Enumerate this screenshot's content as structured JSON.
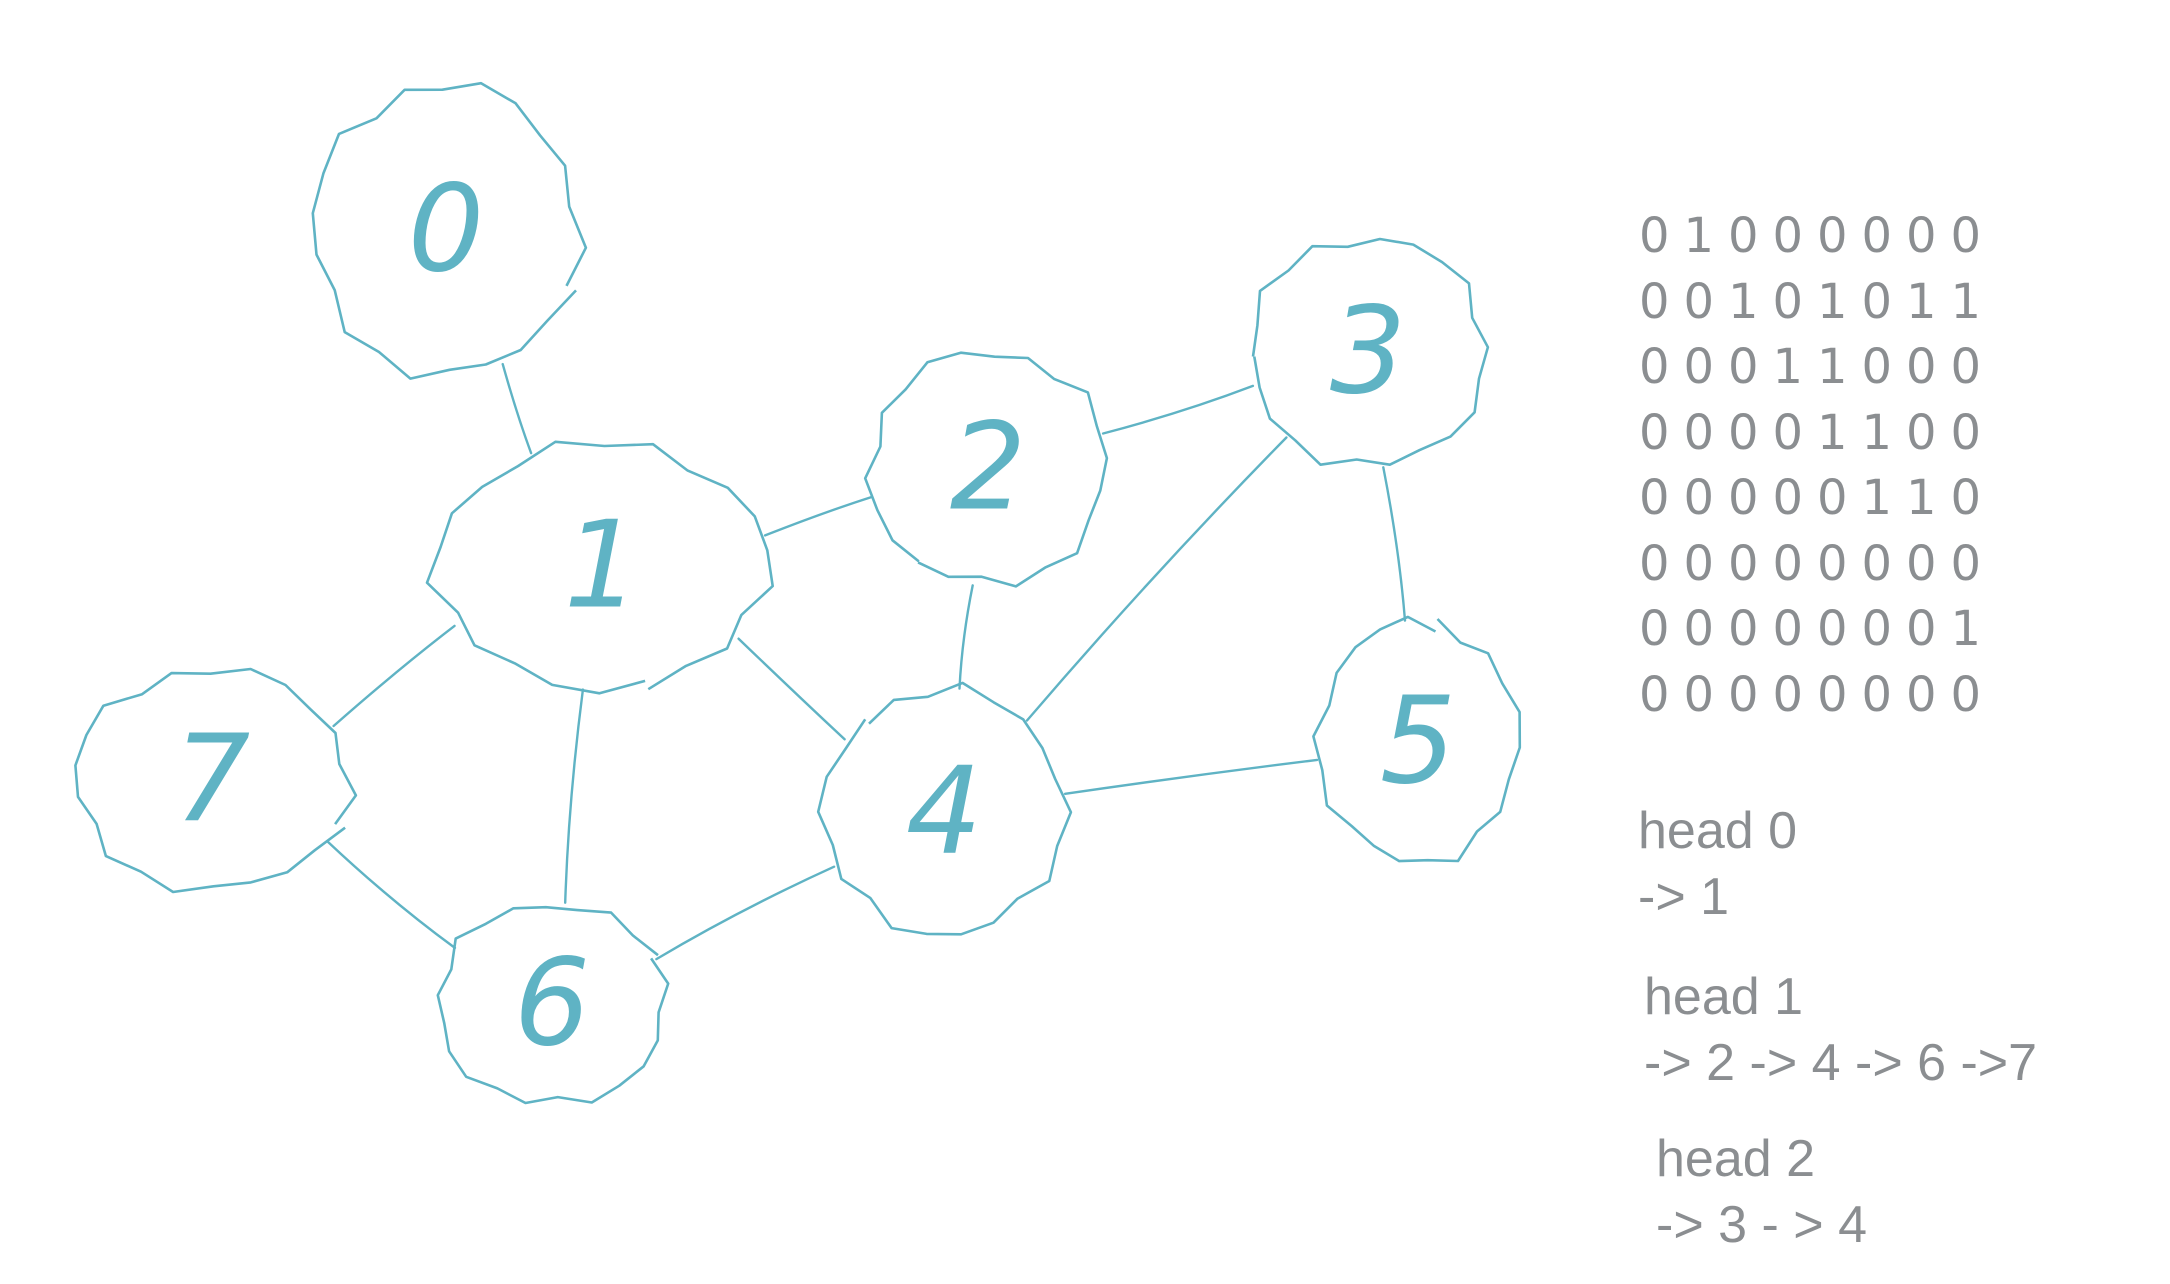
{
  "nodes": [
    {
      "label": "0"
    },
    {
      "label": "1"
    },
    {
      "label": "2"
    },
    {
      "label": "3"
    },
    {
      "label": "4"
    },
    {
      "label": "5"
    },
    {
      "label": "6"
    },
    {
      "label": "7"
    }
  ],
  "edges": [
    [
      "0",
      "1"
    ],
    [
      "1",
      "2"
    ],
    [
      "1",
      "4"
    ],
    [
      "1",
      "6"
    ],
    [
      "1",
      "7"
    ],
    [
      "2",
      "3"
    ],
    [
      "2",
      "4"
    ],
    [
      "3",
      "4"
    ],
    [
      "3",
      "5"
    ],
    [
      "4",
      "5"
    ],
    [
      "4",
      "6"
    ],
    [
      "6",
      "7"
    ]
  ],
  "matrix": [
    [
      "0",
      "1",
      "0",
      "0",
      "0",
      "0",
      "0",
      "0"
    ],
    [
      "0",
      "0",
      "1",
      "0",
      "1",
      "0",
      "1",
      "1"
    ],
    [
      "0",
      "0",
      "0",
      "1",
      "1",
      "0",
      "0",
      "0"
    ],
    [
      "0",
      "0",
      "0",
      "0",
      "1",
      "1",
      "0",
      "0"
    ],
    [
      "0",
      "0",
      "0",
      "0",
      "0",
      "1",
      "1",
      "0"
    ],
    [
      "0",
      "0",
      "0",
      "0",
      "0",
      "0",
      "0",
      "0"
    ],
    [
      "0",
      "0",
      "0",
      "0",
      "0",
      "0",
      "0",
      "1"
    ],
    [
      "0",
      "0",
      "0",
      "0",
      "0",
      "0",
      "0",
      "0"
    ]
  ],
  "adjacency_list": [
    {
      "head": "head 0",
      "list": "-> 1"
    },
    {
      "head": "head 1",
      "list": "-> 2 -> 4 -> 6 ->7"
    },
    {
      "head": "head 2",
      "list": "-> 3 - > 4"
    }
  ],
  "colors": {
    "ink": "#5fb3c4",
    "text": "#8b8e91",
    "background": "#ffffff"
  }
}
